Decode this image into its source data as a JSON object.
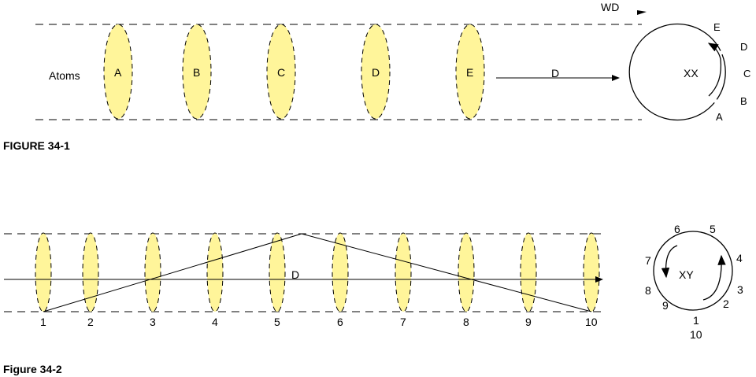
{
  "figure1": {
    "caption": "FIGURE 34-1",
    "atoms_label": "Atoms",
    "atoms": [
      "A",
      "B",
      "C",
      "D",
      "E"
    ],
    "arrow_label": "D",
    "top_label": "WD",
    "circle_label": "XX",
    "circle_points": [
      "E",
      "D",
      "C",
      "B",
      "A"
    ]
  },
  "figure2": {
    "caption": "Figure  34-2",
    "lens_numbers": [
      "1",
      "2",
      "3",
      "4",
      "5",
      "6",
      "7",
      "8",
      "9",
      "10"
    ],
    "axis_label": "D",
    "circle_label": "XY",
    "circle_points": [
      "6",
      "5",
      "7",
      "4",
      "8",
      "3",
      "9",
      "2",
      "1",
      "10"
    ]
  },
  "colors": {
    "lens_fill": "#fff59a",
    "line": "#000000"
  }
}
